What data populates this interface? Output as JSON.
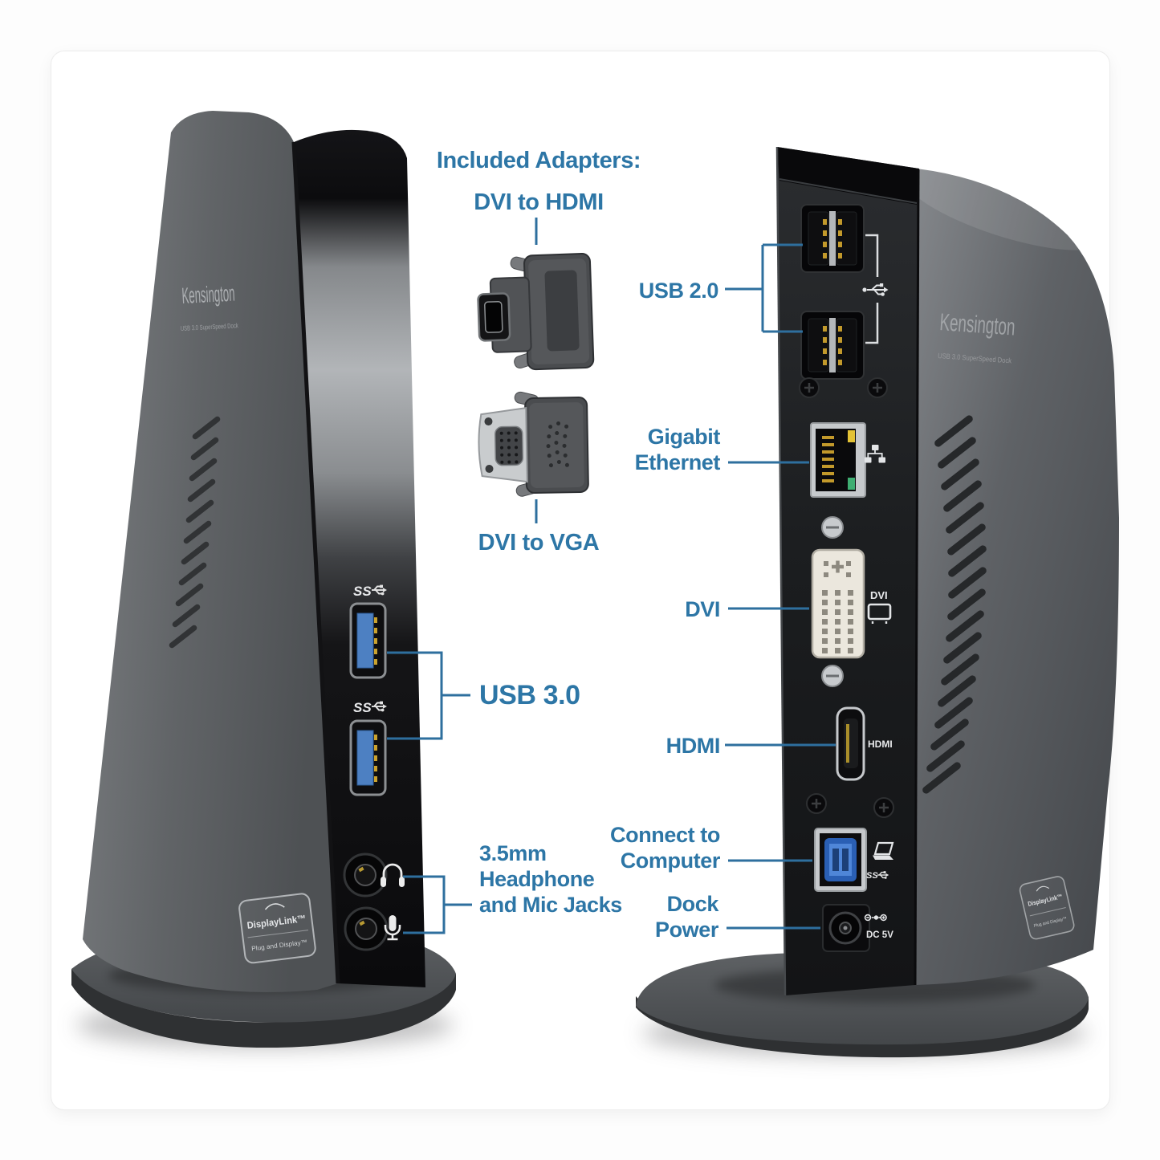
{
  "colors": {
    "label_blue": "#2d76a6",
    "line_blue": "#2e6f9e",
    "page_bg": "#fdfdfd",
    "card_bg": "#ffffff",
    "marking_white": "#e9eaec"
  },
  "adapters": {
    "heading": "Included Adapters:",
    "dvi_to_hdmi_label": "DVI to HDMI",
    "dvi_to_vga_label": "DVI to VGA"
  },
  "front_dock": {
    "brand": "Kensington",
    "model": "USB 3.0 SuperSpeed Dock",
    "badge_title": "DisplayLink™",
    "badge_subtitle": "Plug and Display™",
    "ss_marking_top": "SS",
    "ss_marking_bottom": "SS",
    "usb3_label": "USB 3.0",
    "audio_label_line1": "3.5mm",
    "audio_label_line2": "Headphone",
    "audio_label_line3": "and Mic Jacks"
  },
  "rear_dock": {
    "brand": "Kensington",
    "model": "USB 3.0 SuperSpeed Dock",
    "badge_title": "DisplayLink™",
    "badge_subtitle": "Plug and Display™",
    "usb2_label": "USB 2.0",
    "ethernet_label_line1": "Gigabit",
    "ethernet_label_line2": "Ethernet",
    "dvi_label": "DVI",
    "hdmi_label": "HDMI",
    "connect_label_line1": "Connect to",
    "connect_label_line2": "Computer",
    "power_label_line1": "Dock",
    "power_label_line2": "Power",
    "dvi_marking": "DVI",
    "hdmi_marking": "HDMI",
    "dc_marking": "DC 5V",
    "ss_marking": "SS"
  }
}
